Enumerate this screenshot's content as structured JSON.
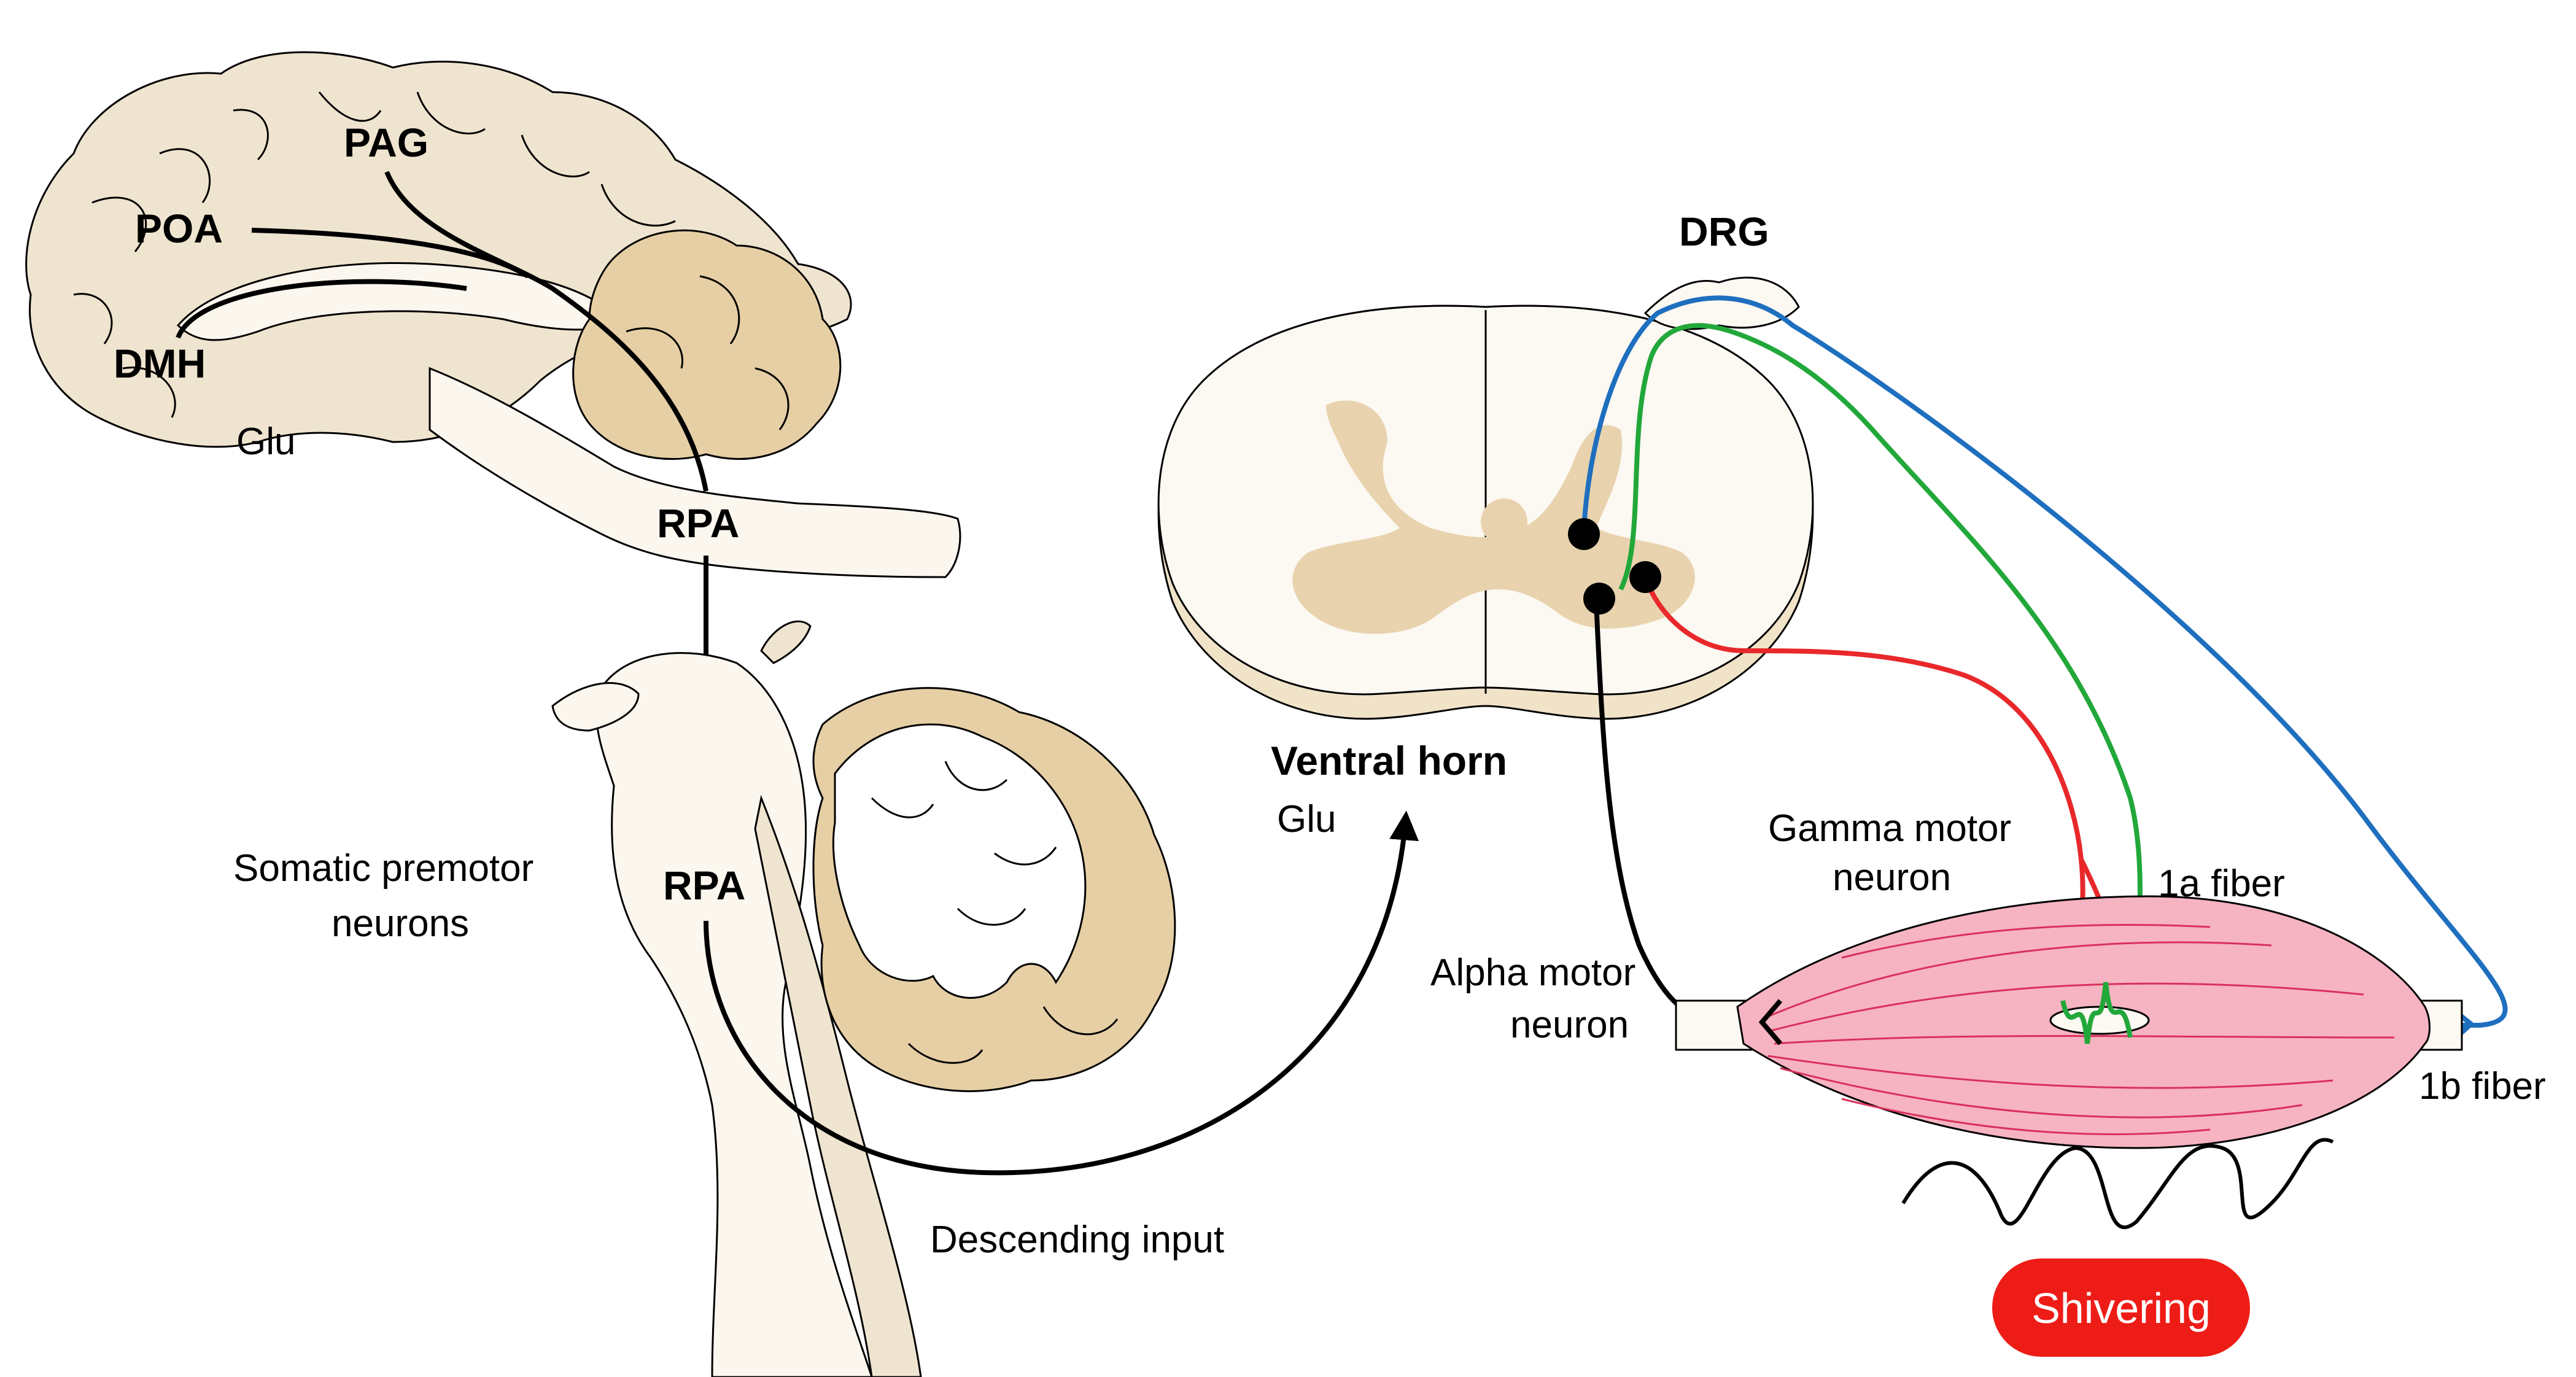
{
  "labels": {
    "pag": "PAG",
    "poa": "POA",
    "dmh": "DMH",
    "glu_brain": "Glu",
    "rpa_brain": "RPA",
    "rpa_stem": "RPA",
    "somatic_line1": "Somatic premotor",
    "somatic_line2": "neurons",
    "descending_input": "Descending input",
    "ventral_horn": "Ventral horn",
    "glu_spinal": "Glu",
    "drg": "DRG",
    "gamma_line1": "Gamma motor",
    "gamma_line2": "neuron",
    "fiber_1a": "1a fiber",
    "alpha_line1": "Alpha motor",
    "alpha_line2": "neuron",
    "fiber_1b": "1b fiber",
    "shivering": "Shivering"
  },
  "colors": {
    "brain": "#efe4cf",
    "cerebellum": "#e6cfa5",
    "stem_light": "#fbf6ee",
    "spinal_white": "#fcf8f2",
    "spinal_gray": "#e8d3ae",
    "muscle": "#f6b3c2",
    "muscle_line": "#d9305a",
    "fiber_blue": "#1f6fbf",
    "fiber_green": "#22a83a",
    "fiber_red": "#e8282b",
    "shivering_bg": "#ee1c17",
    "shivering_text": "#ffffff"
  }
}
